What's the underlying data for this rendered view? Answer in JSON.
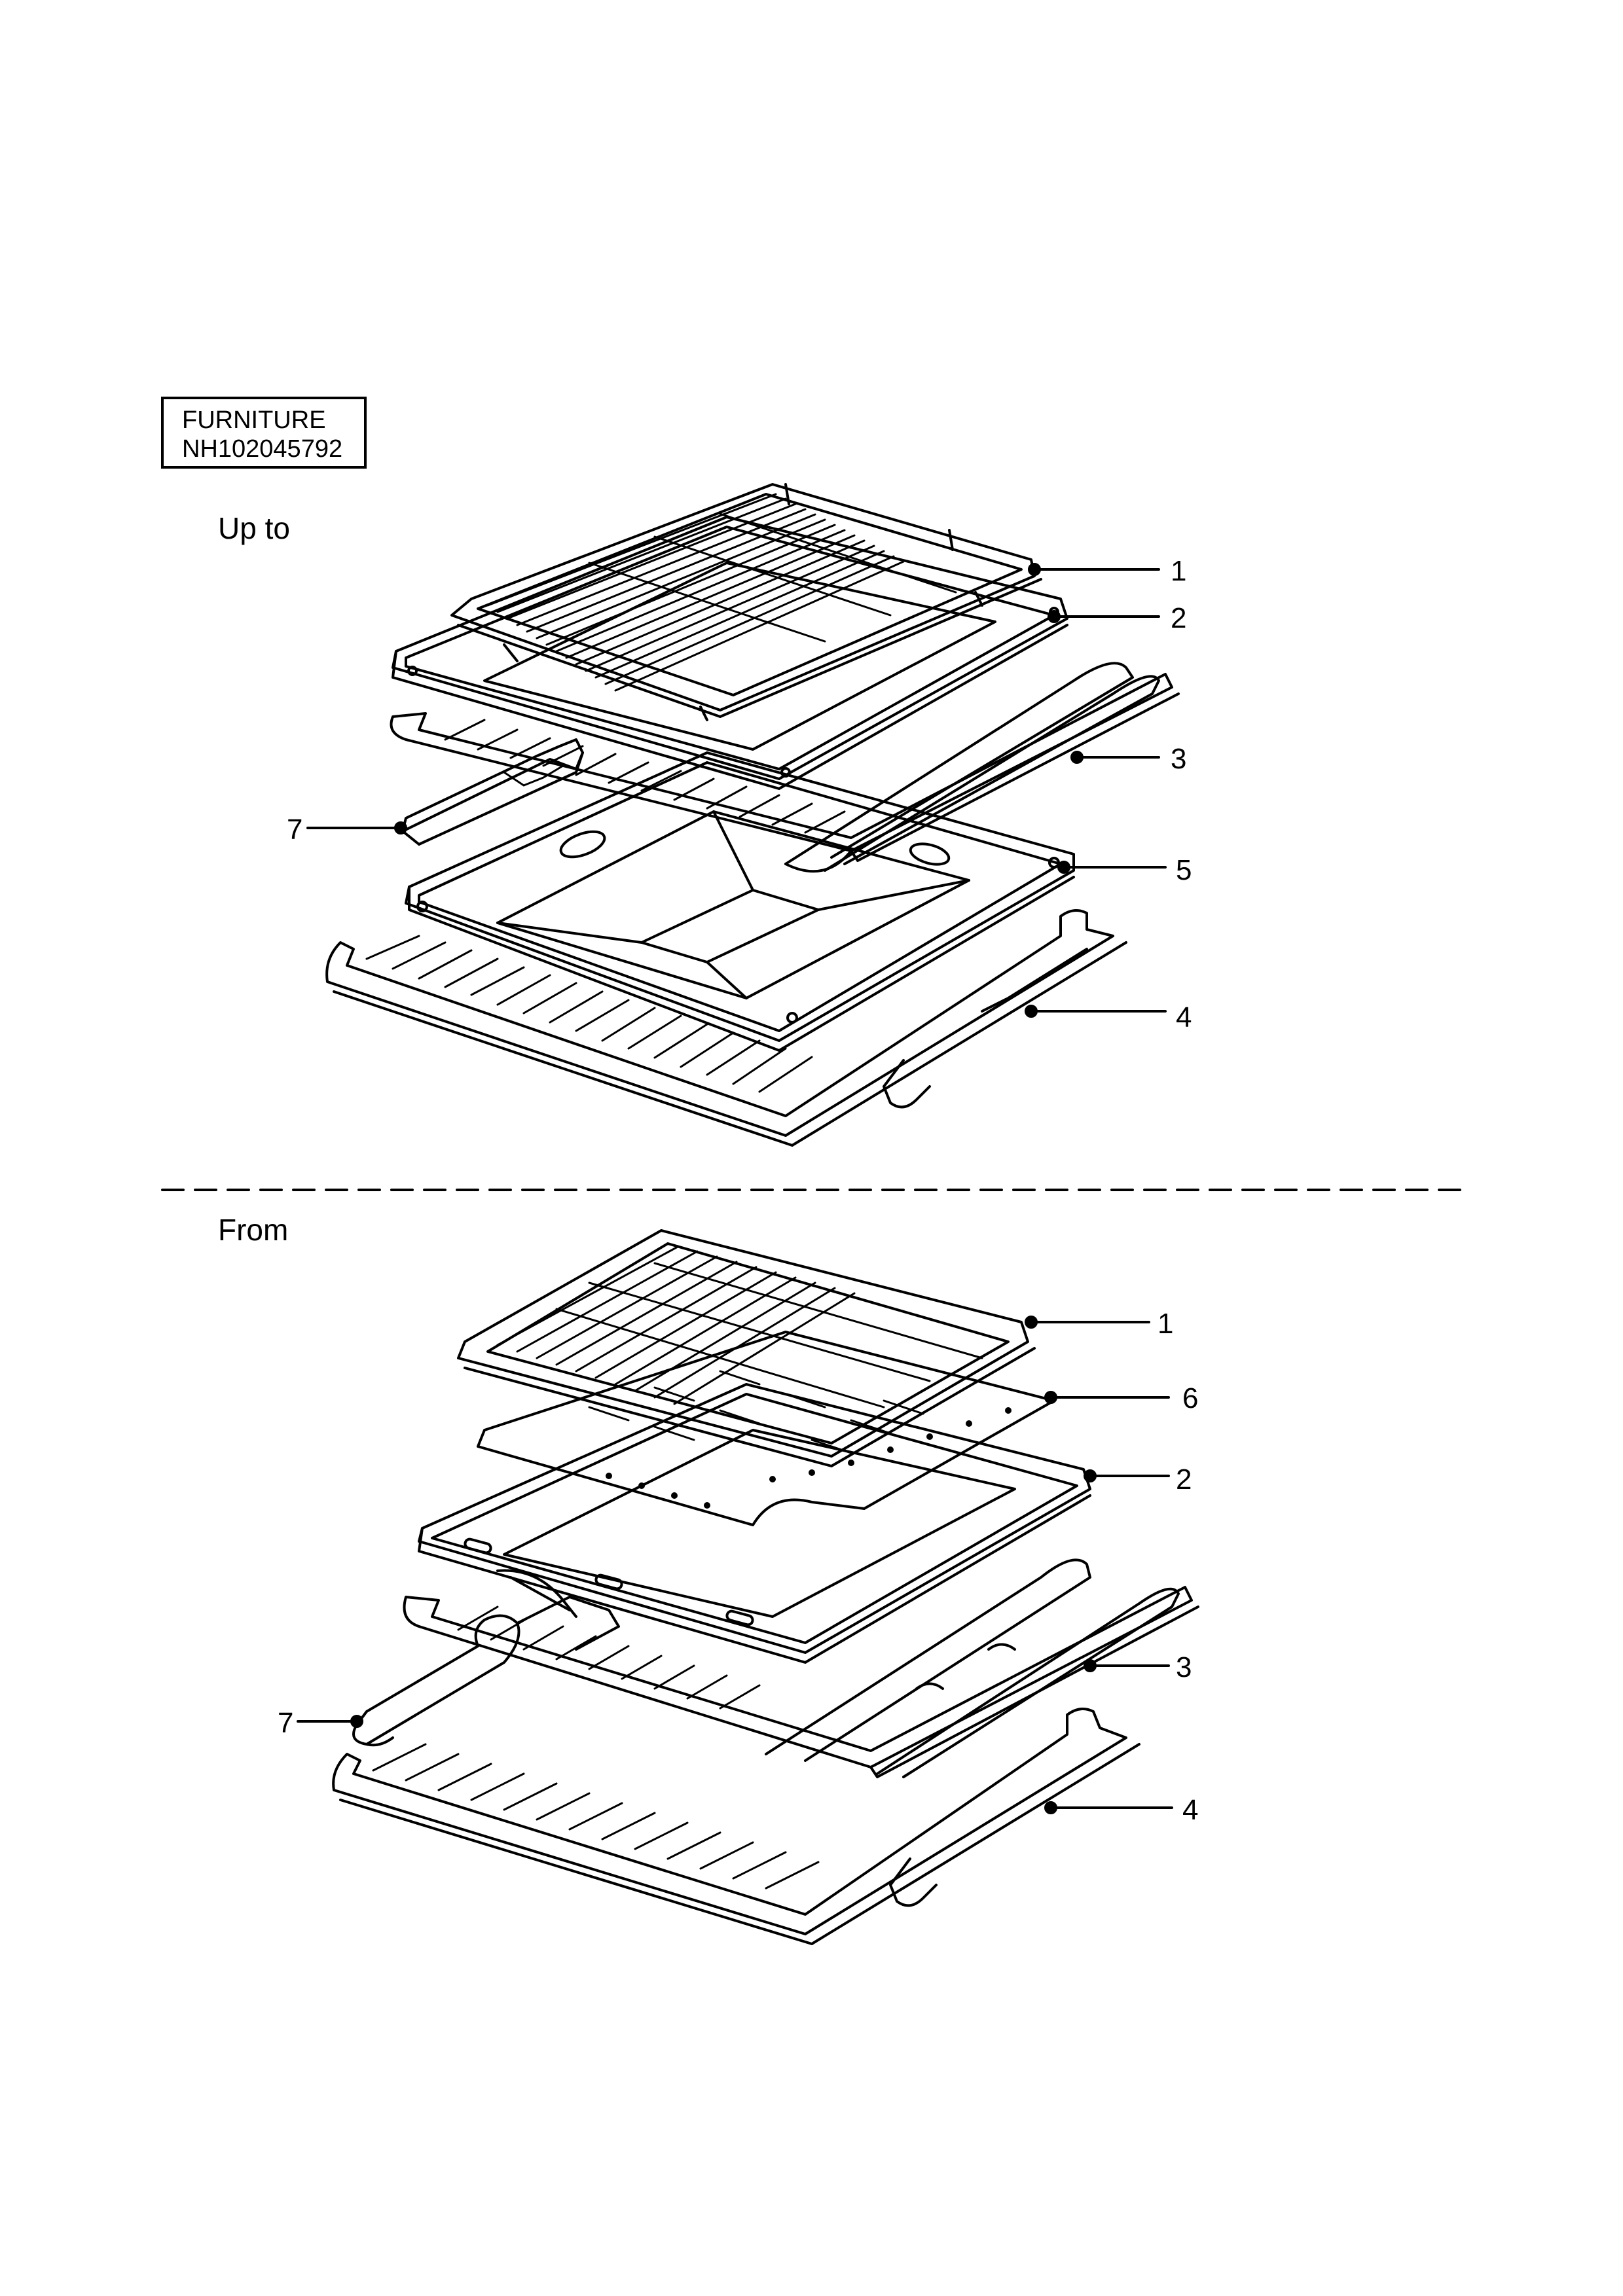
{
  "title": {
    "line1": "FURNITURE",
    "line2": "NH102045792"
  },
  "sections": [
    {
      "label": "Up to",
      "callouts": [
        "1",
        "2",
        "3",
        "5",
        "4",
        "7"
      ]
    },
    {
      "label": "From",
      "callouts": [
        "1",
        "6",
        "2",
        "3",
        "4",
        "7"
      ]
    }
  ]
}
